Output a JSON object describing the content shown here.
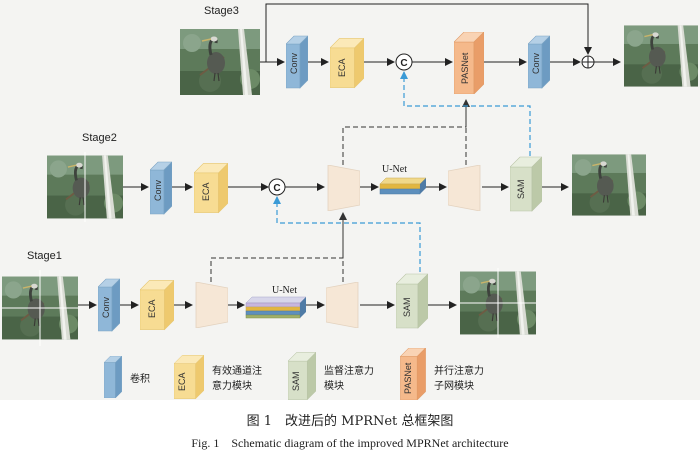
{
  "colors": {
    "conv": "#8fb7d8",
    "eca": "#f7dc93",
    "sam": "#d7e0c8",
    "pasnet": "#f5b98b",
    "unet_sub": "#f6e7d6",
    "arrow": "#222222",
    "skip_dashed": "#333333",
    "sam_dashed": "#3a9ad6"
  },
  "stages": {
    "stage1": "Stage1",
    "stage2": "Stage2",
    "stage3": "Stage3"
  },
  "blocks": {
    "conv": "Conv",
    "eca": "ECA",
    "sam": "SAM",
    "pasnet": "PASNet",
    "unet": "U-Net",
    "concat": "C"
  },
  "legend": [
    {
      "key": "conv",
      "block": "",
      "desc_lines": [
        "卷积"
      ]
    },
    {
      "key": "eca",
      "block": "ECA",
      "desc_lines": [
        "有效通道注",
        "意力模块"
      ]
    },
    {
      "key": "sam",
      "block": "SAM",
      "desc_lines": [
        "监督注意力",
        "模块"
      ]
    },
    {
      "key": "pasnet",
      "block": "PASNet",
      "desc_lines": [
        "并行注意力",
        "子网模块"
      ]
    }
  ],
  "caption": {
    "zh": "图 1　改进后的 MPRNet 总框架图",
    "en": "Fig. 1　Schematic diagram of the improved MPRNet architecture"
  }
}
